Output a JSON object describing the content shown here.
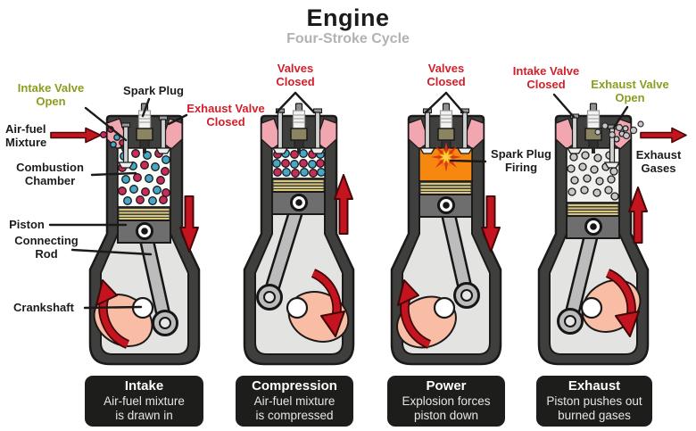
{
  "title": "Engine",
  "subtitle": "Four-Stroke Cycle",
  "colors": {
    "label_red": "#d2202a",
    "label_olive": "#8d9c20",
    "label_black": "#1c1c1c",
    "box_background": "#1d1d1b",
    "arrow_red": "#c41420",
    "engine_block": "#3f3f3e",
    "port_pink": "#f2a7b0",
    "crank_web_pink": "#f9bda5",
    "mixture_red_dot": "#cb2b5a",
    "mixture_blue_dot": "#46a7c8",
    "explosion_orange": "#f6870f",
    "burned_gas_gray": "#c8c8c8"
  },
  "annotations": {
    "intake_valve_open": {
      "line1": "Intake Valve",
      "line2": "Open",
      "color": "#8d9c20"
    },
    "spark_plug": {
      "line1": "Spark Plug"
    },
    "exhaust_valve_closed": {
      "line1": "Exhaust Valve",
      "line2": "Closed",
      "color": "#d2202a"
    },
    "air_fuel_mixture": {
      "line1": "Air-fuel",
      "line2": "Mixture"
    },
    "combustion_chamber": {
      "line1": "Combustion",
      "line2": "Chamber"
    },
    "piston": {
      "line1": "Piston"
    },
    "connecting_rod": {
      "line1": "Connecting",
      "line2": "Rod"
    },
    "crankshaft": {
      "line1": "Crankshaft"
    },
    "valves_closed_compression": {
      "line1": "Valves",
      "line2": "Closed",
      "color": "#d2202a"
    },
    "valves_closed_power": {
      "line1": "Valves",
      "line2": "Closed",
      "color": "#d2202a"
    },
    "spark_plug_firing": {
      "line1": "Spark Plug",
      "line2": "Firing"
    },
    "intake_valve_closed": {
      "line1": "Intake Valve",
      "line2": "Closed",
      "color": "#d2202a"
    },
    "exhaust_valve_open": {
      "line1": "Exhaust Valve",
      "line2": "Open",
      "color": "#8d9c20"
    },
    "exhaust_gases": {
      "line1": "Exhaust",
      "line2": "Gases"
    }
  },
  "strokes": [
    {
      "name": "Intake",
      "desc1": "Air-fuel mixture",
      "desc2": "is drawn in"
    },
    {
      "name": "Compression",
      "desc1": "Air-fuel mixture",
      "desc2": "is compressed"
    },
    {
      "name": "Power",
      "desc1": "Explosion forces",
      "desc2": "piston down"
    },
    {
      "name": "Exhaust",
      "desc1": "Piston pushes out",
      "desc2": "burned gases"
    }
  ]
}
